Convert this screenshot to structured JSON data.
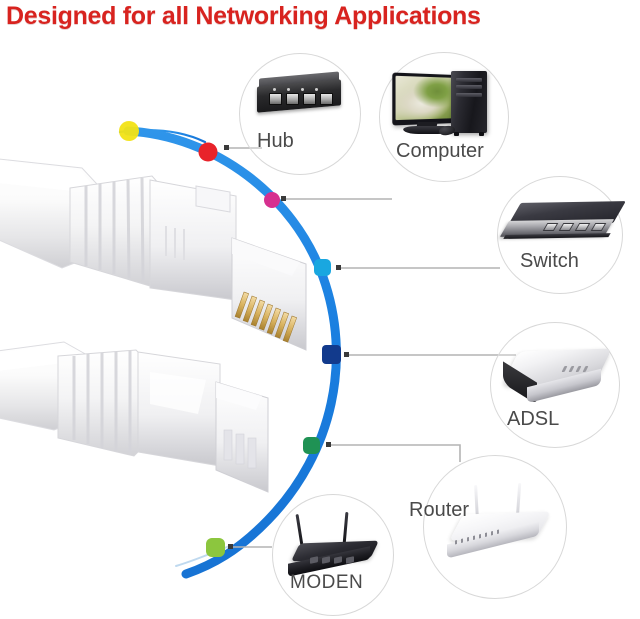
{
  "title": {
    "text": "Designed for all Networking Applications",
    "color": "#d8231f"
  },
  "product": {
    "name": "flat-ethernet-patch-cable",
    "color": "#ffffff",
    "connector_type": "RJ45"
  },
  "diagram": {
    "arc_color": "#1a7fe0",
    "connector_line_color": "#b4b4b4",
    "circle_outline_color": "#d8d8d8",
    "label_color": "#4a4a4a",
    "nodes": [
      {
        "id": "start",
        "label": "",
        "dot_color": "#f2e316",
        "icon": "yellow-terminus-dot",
        "has_label": false
      },
      {
        "id": "hub",
        "label": "Hub",
        "dot_color": "#e8232a",
        "icon": "hub-icon",
        "has_label": true
      },
      {
        "id": "computer",
        "label": "Computer",
        "dot_color": "#d6308f",
        "icon": "computer-icon",
        "has_label": true
      },
      {
        "id": "switch",
        "label": "Switch",
        "dot_color": "#19a7e0",
        "icon": "switch-icon",
        "has_label": true
      },
      {
        "id": "adsl",
        "label": "ADSL",
        "dot_color": "#123a8c",
        "icon": "adsl-modem-icon",
        "has_label": true
      },
      {
        "id": "router",
        "label": "Router",
        "dot_color": "#1f9254",
        "icon": "router-icon",
        "has_label": true
      },
      {
        "id": "moden",
        "label": "MODEN",
        "dot_color": "#8cc63e",
        "icon": "modem-icon",
        "has_label": true
      }
    ]
  }
}
